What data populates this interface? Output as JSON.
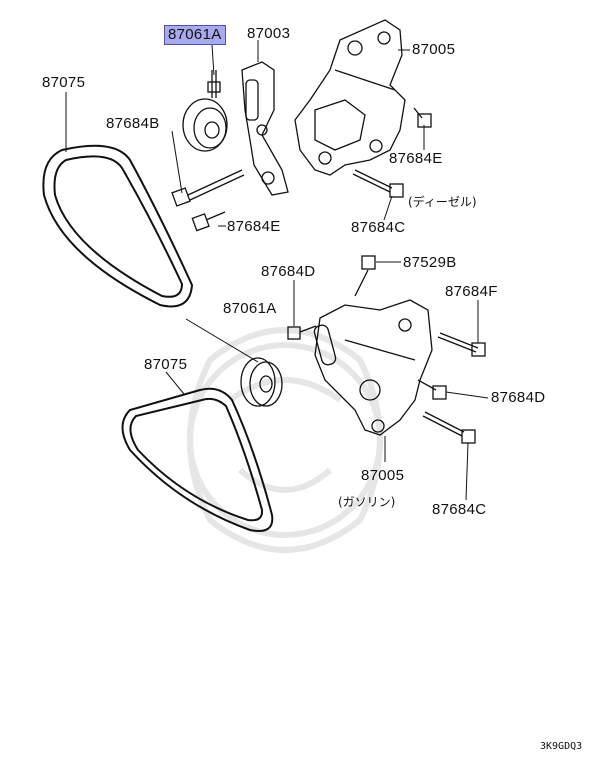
{
  "labels": {
    "l1": "87061A",
    "l2": "87003",
    "l3": "87005",
    "l4": "87075",
    "l5": "87684B",
    "l6": "87684E",
    "l7": "87684E",
    "l8": "87684C",
    "l9": "87684D",
    "l10": "87529B",
    "l11": "87684F",
    "l12": "87061A",
    "l13": "87075",
    "l14": "87684D",
    "l15": "87005",
    "l16": "87684C"
  },
  "notes": {
    "diesel": "(ディーゼル)",
    "gasoline": "(ガソリン)"
  },
  "diagram_code": "3K9GDQ3",
  "colors": {
    "highlight": "#a9a9ee",
    "line": "#111111",
    "watermark": "#ececec"
  }
}
